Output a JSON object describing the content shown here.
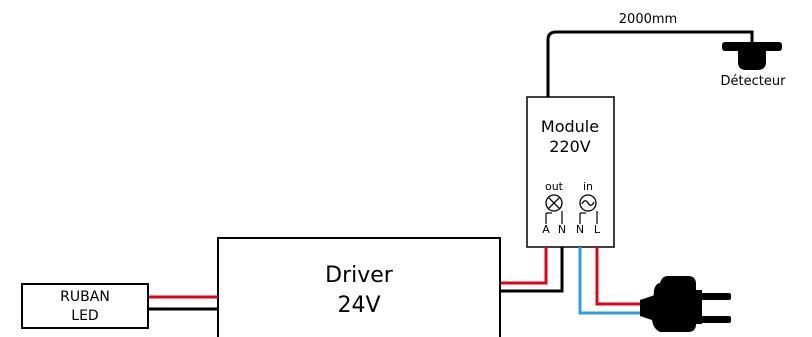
{
  "cable_length_label": "2000mm",
  "detector": {
    "label": "Détecteur"
  },
  "module": {
    "title_line1": "Module",
    "title_line2": "220V",
    "out_label": "out",
    "in_label": "in",
    "terminal_labels": [
      "A",
      "N",
      "N",
      "L"
    ]
  },
  "driver": {
    "title_line1": "Driver",
    "title_line2": "24V"
  },
  "led_strip": {
    "label_line1": "RUBAN",
    "label_line2": "LED"
  },
  "colors": {
    "wire_black": "#000000",
    "wire_red": "#e3001b",
    "wire_blue": "#2e9fdc"
  }
}
